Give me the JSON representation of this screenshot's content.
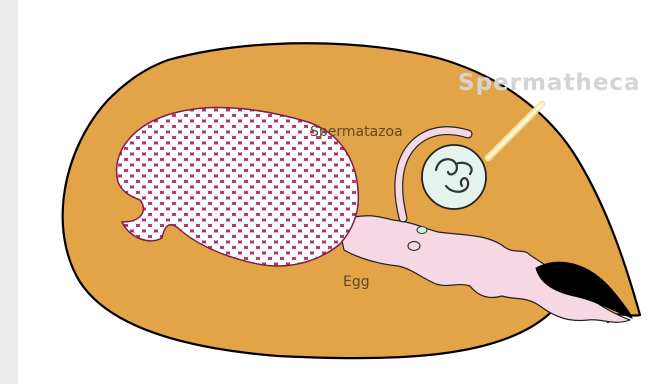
{
  "diagram": {
    "labels": {
      "title": "Spermatheca",
      "spermatozoa": "Spermatazoa",
      "egg": "Egg"
    },
    "colors": {
      "abdomen": "#e3a447",
      "abdomen_outline": "#000000",
      "duct": "#f5d8e3",
      "ovary_fill": "#a32b6a",
      "spermatheca_fill": "#e4f3ee",
      "pointer": "#f3e9a6",
      "opening": "#000000"
    },
    "icons": [
      "abdomen-shape",
      "ovary-egg-cluster",
      "spermatheca-capsule",
      "genital-opening"
    ]
  }
}
